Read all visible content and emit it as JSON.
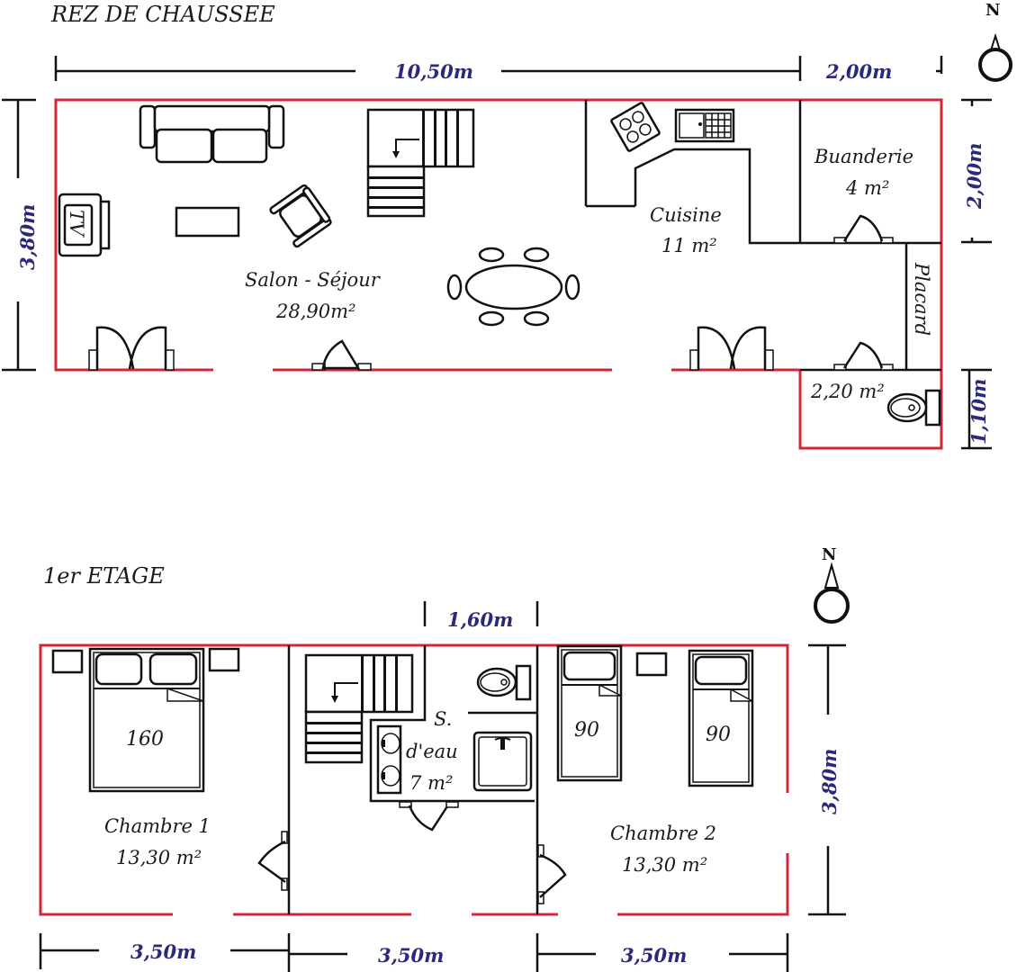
{
  "ground_floor": {
    "title": "REZ DE CHAUSSEE",
    "dims": {
      "width_main": "10,50m",
      "width_annex": "2,00m",
      "height_main": "3,80m",
      "height_buanderie": "2,00m",
      "height_wc": "1,10m"
    },
    "rooms": {
      "salon": {
        "name": "Salon - Séjour",
        "area": "28,90m²"
      },
      "cuisine": {
        "name": "Cuisine",
        "area": "11 m²"
      },
      "buanderie": {
        "name": "Buanderie",
        "area": "4 m²"
      },
      "placard": {
        "name": "Placard"
      },
      "wc": {
        "area": "2,20 m²"
      }
    },
    "tv_label": "TV",
    "north_label": "N"
  },
  "first_floor": {
    "title": "1er ETAGE",
    "dims": {
      "width_1": "3,50m",
      "width_2": "3,50m",
      "width_3": "3,50m",
      "width_sde": "1,60m",
      "height": "3,80m"
    },
    "rooms": {
      "chambre1": {
        "name": "Chambre 1",
        "area": "13,30 m²"
      },
      "chambre2": {
        "name": "Chambre 2",
        "area": "13,30 m²"
      },
      "sde": {
        "name_line1": "S.",
        "name_line2": "d'eau",
        "area": "7 m²"
      }
    },
    "beds": {
      "double": "160",
      "single_1": "90",
      "single_2": "90"
    },
    "north_label": "N"
  },
  "colors": {
    "exterior_wall": "#d0283a",
    "dimension_text": "#2b2a7a",
    "lines": "#111111"
  }
}
